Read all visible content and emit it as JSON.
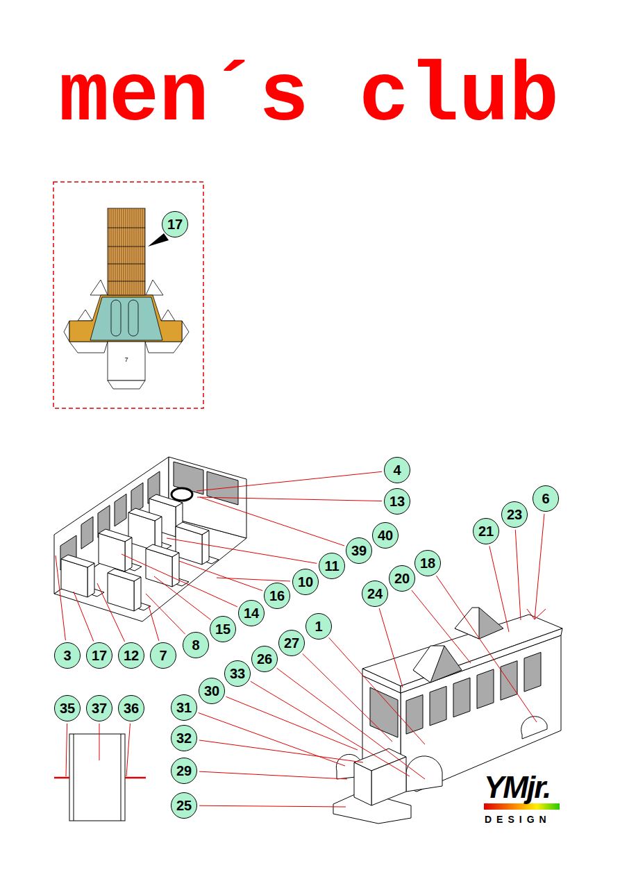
{
  "diagram": {
    "title": "men´s club",
    "nodes": [
      {
        "text": [
          "17"
        ]
      },
      {
        "text": [
          "4"
        ]
      },
      {
        "text": [
          "6"
        ]
      },
      {
        "text": [
          "13"
        ]
      },
      {
        "text": [
          "23"
        ]
      },
      {
        "text": [
          "21"
        ]
      },
      {
        "text": [
          "40"
        ]
      },
      {
        "text": [
          "39"
        ]
      },
      {
        "text": [
          "18"
        ]
      },
      {
        "text": [
          "11"
        ]
      },
      {
        "text": [
          "20"
        ]
      },
      {
        "text": [
          "10"
        ]
      },
      {
        "text": [
          "24"
        ]
      },
      {
        "text": [
          "16"
        ]
      },
      {
        "text": [
          "14"
        ]
      },
      {
        "text": [
          "1"
        ]
      },
      {
        "text": [
          "15"
        ]
      },
      {
        "text": [
          "27"
        ]
      },
      {
        "text": [
          "8"
        ]
      },
      {
        "text": [
          "3"
        ]
      },
      {
        "text": [
          "17"
        ]
      },
      {
        "text": [
          "12"
        ]
      },
      {
        "text": [
          "7"
        ]
      },
      {
        "text": [
          "26"
        ]
      },
      {
        "text": [
          "33"
        ]
      },
      {
        "text": [
          "30"
        ]
      },
      {
        "text": [
          "35"
        ]
      },
      {
        "text": [
          "37"
        ]
      },
      {
        "text": [
          "36"
        ]
      },
      {
        "text": [
          "31"
        ]
      },
      {
        "text": [
          "32"
        ]
      },
      {
        "text": [
          "29"
        ]
      },
      {
        "text": [
          "25"
        ]
      }
    ],
    "labels": [
      "7",
      "YMjr.",
      "DESIGN"
    ]
  }
}
